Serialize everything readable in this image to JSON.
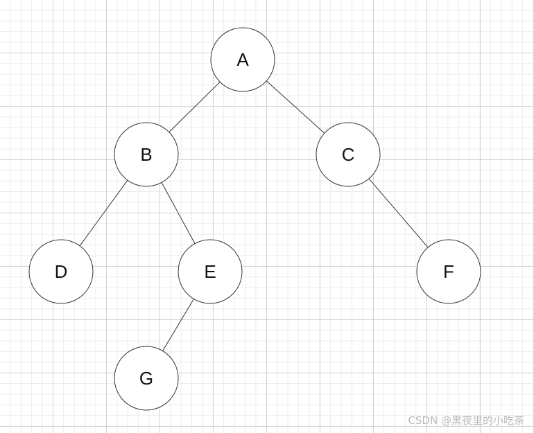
{
  "tree": {
    "nodes": [
      {
        "id": "A",
        "label": "A"
      },
      {
        "id": "B",
        "label": "B"
      },
      {
        "id": "C",
        "label": "C"
      },
      {
        "id": "D",
        "label": "D"
      },
      {
        "id": "E",
        "label": "E"
      },
      {
        "id": "F",
        "label": "F"
      },
      {
        "id": "G",
        "label": "G"
      }
    ],
    "edges": [
      {
        "from": "A",
        "to": "B"
      },
      {
        "from": "A",
        "to": "C"
      },
      {
        "from": "B",
        "to": "D"
      },
      {
        "from": "B",
        "to": "E"
      },
      {
        "from": "C",
        "to": "F"
      },
      {
        "from": "E",
        "to": "G"
      }
    ]
  },
  "watermark": "CSDN @黑夜里的小吃茶"
}
